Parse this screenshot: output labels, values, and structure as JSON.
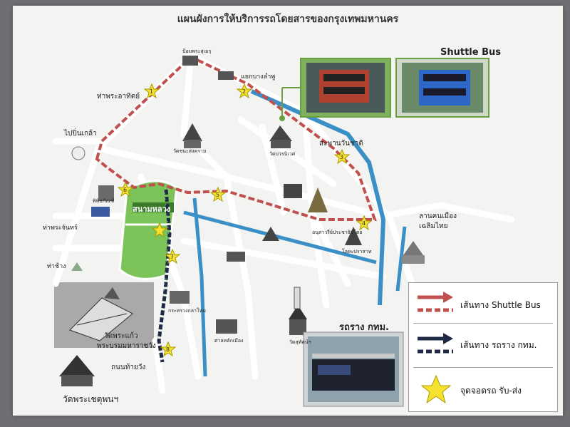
{
  "title": "แผนผังการให้บริการรถโดยสารของกรุงเทพมหานคร",
  "photos": {
    "shuttle_label": "Shuttle Bus",
    "tram_label": "รถราง กทม."
  },
  "places": {
    "sanam_luang": "สนามหลวง",
    "wat_phra_kaew": "วัดพระแก้ว",
    "grand_palace": "พระบรมมหาราชวัง",
    "wat_pho": "วัดพระเชตุพนฯ",
    "thanon_thai_wang": "ถนนท้ายวัง",
    "tha_phra_athit": "ท่าพระอาทิตย์",
    "to_pin_klao": "ไปปิ่นเกล้า",
    "tha_phra_chan": "ท่าพระจันทร์",
    "tha_chang": "ท่าช้าง",
    "saphan_wan_chat": "สะพานวันชาติ",
    "to_lan_khon_mueang": "ลานคนเมือง",
    "chalerm_thai": "เฉลิมไทย",
    "wat_bowon": "วัดบวรนิเวศ",
    "kanchanaphisek": "แยกบางลำพู",
    "wat_chana": "วัดชนะสงคราม",
    "wat_suthat": "วัดสุทัศน์ฯ",
    "loha_prasat": "โลหะปราสาท",
    "democracy": "อนุสาวรีย์ประชาธิปไตย",
    "fort": "ป้อมพระสุเมรุ",
    "national_museum": "พิพิธภัณฑ์",
    "ministry": "กระทรวงกลาโหม",
    "city_pillar": "ศาลหลักเมือง"
  },
  "stops": [
    "1",
    "2",
    "3",
    "4",
    "5",
    "6",
    "7",
    "8"
  ],
  "legend": {
    "shuttle_route": "เส้นทาง Shuttle Bus",
    "tram_route": "เส้นทาง รถราง กทม.",
    "stop": "จุดจอดรถ รับ-ส่ง"
  },
  "colors": {
    "shuttle_line": "#c0504d",
    "tram_line": "#1f2a44",
    "canal": "#3b8fc7",
    "star": "#f5e22e",
    "park": "#7cc45a",
    "grid_road": "#ffffff"
  }
}
